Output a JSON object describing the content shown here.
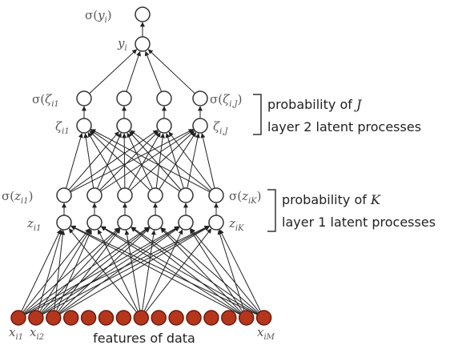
{
  "colors": {
    "node_fill": "#ffffff",
    "node_stroke": "#333333",
    "input_fill": "#b5361c",
    "input_stroke": "#6a1c0c",
    "edge": "#222222",
    "bracket": "#333333"
  },
  "output": {
    "sigma_label": {
      "fn": "σ(",
      "var": "y",
      "sub": "i",
      "close": ")"
    },
    "y_label": {
      "var": "y",
      "sub": "i"
    }
  },
  "layer2": {
    "sigma_left": {
      "fn": "σ(",
      "var": "ζ",
      "sub": "i1",
      "close": ""
    },
    "sigma_right": {
      "fn": "σ(",
      "var": "ζ",
      "sub": "i,J",
      "close": ")"
    },
    "zeta_left": {
      "var": "ζ",
      "sub": "i1"
    },
    "zeta_right": {
      "var": "ζ",
      "sub": "i,J"
    },
    "bracket_text_prefix": "probability of",
    "bracket_var": "J",
    "bracket_text_line2": "layer 2 latent processes"
  },
  "layer1": {
    "sigma_left": {
      "fn": "σ(",
      "var": "z",
      "sub": "i1",
      "close": ")"
    },
    "sigma_right": {
      "fn": "σ(",
      "var": "z",
      "sub": "iK",
      "close": ")"
    },
    "z_left": {
      "var": "z",
      "sub": "i1"
    },
    "z_right": {
      "var": "z",
      "sub": "iK"
    },
    "bracket_text_prefix": "probability of",
    "bracket_var": "K",
    "bracket_text_line2": "layer 1 latent processes"
  },
  "inputs": {
    "label_first": {
      "var": "x",
      "sub": "i1"
    },
    "label_second": {
      "var": "x",
      "sub": "i2"
    },
    "label_last": {
      "var": "x",
      "sub": "iM"
    },
    "caption": "features of data"
  }
}
